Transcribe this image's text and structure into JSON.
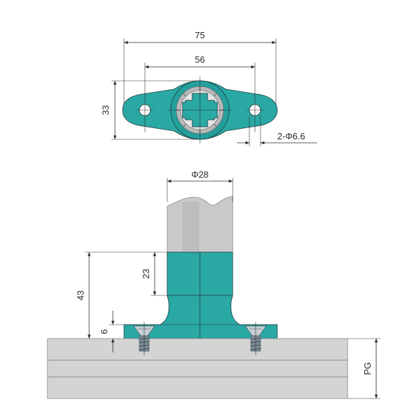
{
  "colors": {
    "part": "#2aa8a4",
    "part_dark": "#1f8f8b",
    "tube": "#c9c9c9",
    "tube_shade": "#b5b5b5",
    "profile": "#d4d4d4",
    "profile_line": "#8a8a8a",
    "screw": "#7d8d96",
    "screw_hole": "#9aa7ae",
    "line": "#2a2a2a"
  },
  "top_view": {
    "dim_overall": "75",
    "dim_hole_spacing": "56",
    "dim_height": "33",
    "dim_holes": "2-Φ6.6"
  },
  "side_view": {
    "dim_tube": "Φ28",
    "dim_overall_height": "43",
    "dim_clamp": "23",
    "dim_base": "6",
    "dim_profile": "PG"
  }
}
